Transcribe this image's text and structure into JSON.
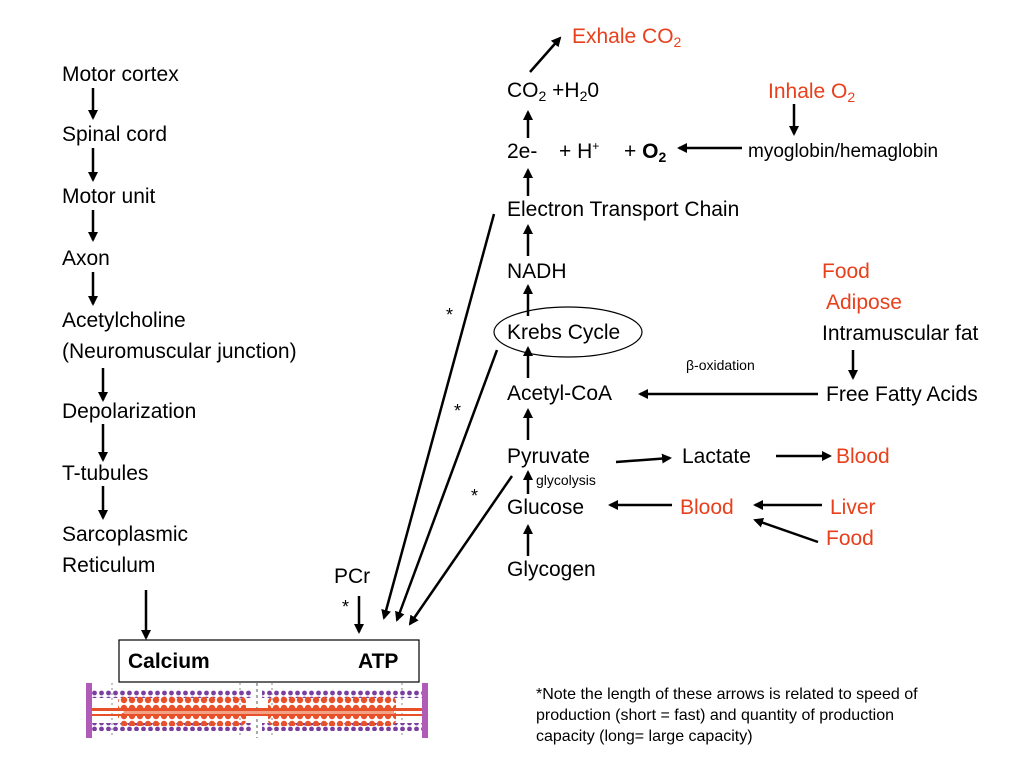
{
  "left_chain": {
    "motor_cortex": "Motor cortex",
    "spinal_cord": "Spinal cord",
    "motor_unit": "Motor unit",
    "axon": "Axon",
    "acetylcholine": "Acetylcholine",
    "neuromuscular_junction": "(Neuromuscular junction)",
    "depolarization": "Depolarization",
    "t_tubules": "T-tubules",
    "sarcoplasmic": "Sarcoplasmic",
    "reticulum": "Reticulum"
  },
  "box": {
    "calcium": "Calcium",
    "atp": "ATP"
  },
  "pcr": "PCr",
  "asterisk": "*",
  "center_chain": {
    "exhale": "Exhale CO",
    "exhale_sub": "2",
    "co2": "CO",
    "co2_sub": "2",
    "plus_h2": " +H",
    "h2_sub": "2",
    "h2_tail": "0",
    "electrons": "2e-",
    "plus_h": "+ H",
    "h_sup": "+",
    "plus_o": "+ ",
    "o": "O",
    "o_sub": "2",
    "etc": "Electron Transport Chain",
    "nadh": "NADH",
    "krebs": "Krebs Cycle",
    "acetyl_coa": "Acetyl-CoA",
    "pyruvate": "Pyruvate",
    "glycolysis": "glycolysis",
    "glucose": "Glucose",
    "glycogen": "Glycogen"
  },
  "right_side": {
    "inhale": "Inhale O",
    "inhale_sub": "2",
    "myoglobin": "myoglobin/hemaglobin",
    "food_fat": "Food",
    "adipose": "Adipose",
    "intramuscular": "Intramuscular fat",
    "beta_ox": "β-oxidation",
    "ffa": "Free Fatty Acids",
    "lactate": "Lactate",
    "blood_lactate": "Blood",
    "blood_glucose": "Blood",
    "liver": "Liver",
    "food_glucose": "Food"
  },
  "note": {
    "line1": "*Note the length of these arrows is related to speed of",
    "line2": "production (short = fast) and quantity of production",
    "line3": "capacity (long= large capacity)"
  },
  "colors": {
    "red": "#e8401c",
    "muscle_red": "#e8502a",
    "myosin_purple": "#7b3fa0",
    "z_disc": "#b15bb8"
  }
}
